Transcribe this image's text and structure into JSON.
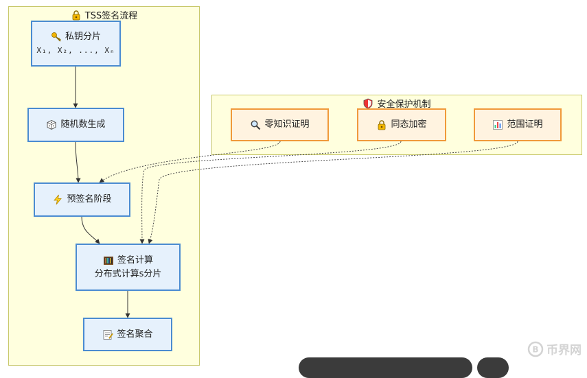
{
  "clusters": {
    "flow": {
      "title": "TSS签名流程"
    },
    "security": {
      "title": "安全保护机制"
    }
  },
  "nodes": {
    "private_key": {
      "label": "私钥分片",
      "sub": "X₁, X₂, ..., Xₙ"
    },
    "random": {
      "label": "随机数生成"
    },
    "presign": {
      "label": "预签名阶段"
    },
    "compute": {
      "label": "签名计算",
      "sub": "分布式计算s分片"
    },
    "aggregate": {
      "label": "签名聚合"
    },
    "zk": {
      "label": "零知识证明"
    },
    "homomorphic": {
      "label": "同态加密"
    },
    "range": {
      "label": "范围证明"
    }
  },
  "watermark": {
    "text": "币界网"
  },
  "icons": {
    "flow": "lock-key-icon",
    "private_key": "key-icon",
    "random": "dice-icon",
    "presign": "lightning-icon",
    "compute": "abacus-icon",
    "aggregate": "memo-icon",
    "security": "shield-icon",
    "zk": "magnifier-icon",
    "homomorphic": "lock-icon",
    "range": "bar-chart-icon"
  },
  "colors": {
    "cluster_bg": "#ffffde",
    "cluster_border": "#c8c86a",
    "node_blue_bg": "#e6f1fc",
    "node_blue_border": "#4a8bd1",
    "node_orange_bg": "#fff3e0",
    "node_orange_border": "#f0993a"
  }
}
